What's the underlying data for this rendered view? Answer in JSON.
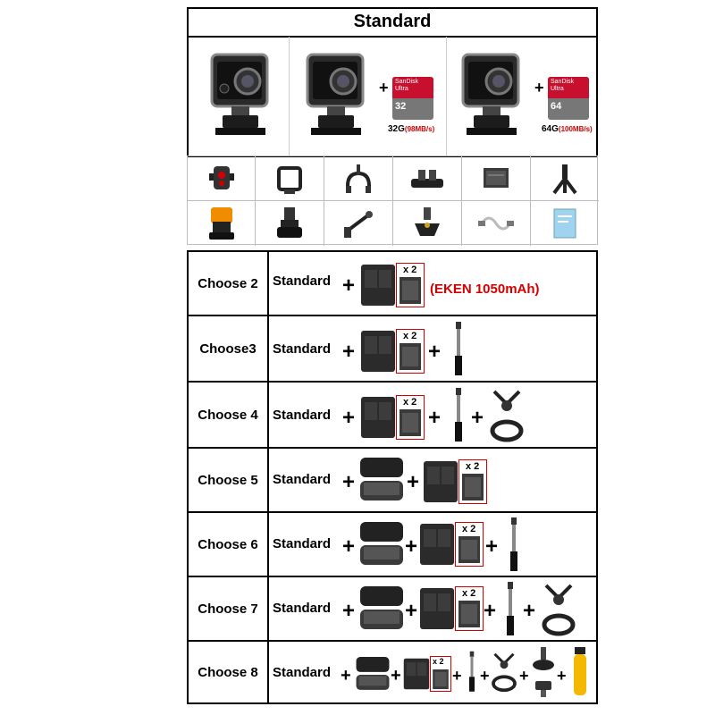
{
  "header": {
    "title": "Standard"
  },
  "sd_cards": [
    {
      "brand": "SanDisk",
      "line": "Ultra",
      "size": "32",
      "capacity": "32G",
      "speed": "(98MB/s)"
    },
    {
      "brand": "SanDisk",
      "line": "Ultra",
      "size": "64",
      "capacity": "64G",
      "speed": "(100MB/s)"
    }
  ],
  "multiplier": "x 2",
  "battery_note": "(EKEN 1050mAh)",
  "plus": "+",
  "standard_label": "Standard",
  "options": [
    {
      "label": "Choose 2"
    },
    {
      "label": "Choose3"
    },
    {
      "label": "Choose 4"
    },
    {
      "label": "Choose 5"
    },
    {
      "label": "Choose 6"
    },
    {
      "label": "Choose 7"
    },
    {
      "label": "Choose 8"
    }
  ],
  "colors": {
    "sd_red": "#c8102e",
    "note_red": "#d40000",
    "float_yellow": "#f5b800",
    "strap_orange": "#f08c00"
  }
}
